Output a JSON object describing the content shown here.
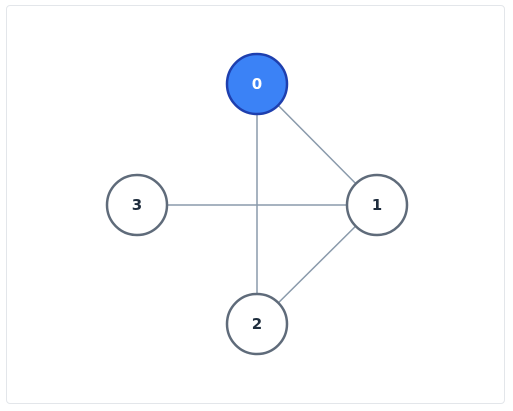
{
  "graph": {
    "nodes": [
      {
        "id": "0",
        "label": "0",
        "highlighted": true
      },
      {
        "id": "1",
        "label": "1",
        "highlighted": false
      },
      {
        "id": "2",
        "label": "2",
        "highlighted": false
      },
      {
        "id": "3",
        "label": "3",
        "highlighted": false
      }
    ],
    "edges": [
      {
        "from": "0",
        "to": "1"
      },
      {
        "from": "0",
        "to": "2"
      },
      {
        "from": "3",
        "to": "1"
      },
      {
        "from": "1",
        "to": "2"
      }
    ]
  },
  "colors": {
    "edge": "#8a9aab",
    "node_fill": "#ffffff",
    "node_stroke": "#5f6b7a",
    "node_text": "#1f2d3d",
    "highlight_fill": "#3b82f6",
    "highlight_stroke": "#1e3fae",
    "highlight_text": "#ffffff"
  }
}
